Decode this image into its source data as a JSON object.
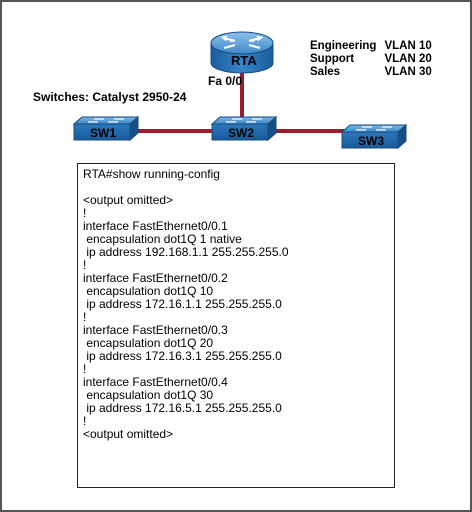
{
  "router": {
    "label": "RTA",
    "port_label": "Fa 0/0"
  },
  "switches_caption": "Switches: Catalyst 2950-24",
  "switches": [
    {
      "label": "SW1"
    },
    {
      "label": "SW2"
    },
    {
      "label": "SW3"
    }
  ],
  "vlans": [
    {
      "dept": "Engineering",
      "vlan": "VLAN 10"
    },
    {
      "dept": "Support",
      "vlan": "VLAN 20"
    },
    {
      "dept": "Sales",
      "vlan": "VLAN 30"
    }
  ],
  "colors": {
    "link": "#9b1c2c",
    "device": "#1f6fb0",
    "border": "#555555"
  },
  "config": {
    "prompt": "RTA#show running-config",
    "lines": [
      "<output omitted>",
      "!",
      "interface FastEthernet0/0.1",
      " encapsulation dot1Q 1 native",
      " ip address 192.168.1.1 255.255.255.0",
      "!",
      "interface FastEthernet0/0.2",
      " encapsulation dot1Q 10",
      " ip address 172.16.1.1 255.255.255.0",
      "!",
      "interface FastEthernet0/0.3",
      " encapsulation dot1Q 20",
      " ip address 172.16.3.1 255.255.255.0",
      "!",
      "interface FastEthernet0/0.4",
      " encapsulation dot1Q 30",
      " ip address 172.16.5.1 255.255.255.0",
      "!",
      "<output omitted>"
    ]
  }
}
